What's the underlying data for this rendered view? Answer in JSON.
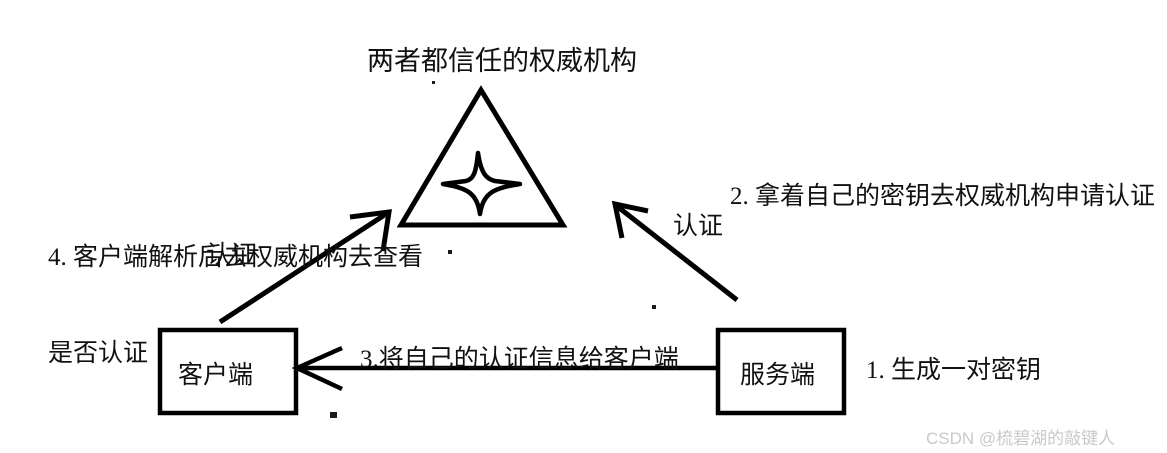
{
  "diagram": {
    "title": "两者都信任的权威机构",
    "authority": {
      "shape_name": "triangle-with-star",
      "star_points": 4
    },
    "nodes": [
      {
        "id": "client",
        "label": "客户端"
      },
      {
        "id": "server",
        "label": "服务端"
      }
    ],
    "edges": [
      {
        "id": "client-to-authority",
        "label": "认证",
        "from": "client",
        "to": "authority",
        "direction": "up-right"
      },
      {
        "id": "server-to-authority",
        "label": "认证",
        "from": "server",
        "to": "authority",
        "direction": "up-left"
      },
      {
        "id": "server-to-client",
        "label": "3.将自己的认证信息给客户端",
        "from": "server",
        "to": "client",
        "direction": "left"
      }
    ],
    "annotations": [
      {
        "id": "step1",
        "text": "1. 生成一对密钥"
      },
      {
        "id": "step2",
        "text": "2. 拿着自己的密钥去权威机构申请认证"
      },
      {
        "id": "step4",
        "line1": "4. 客户端解析后去权威机构去查看",
        "line2": "是否认证"
      }
    ],
    "watermark": "CSDN @梳碧湖的敲键人",
    "colors": {
      "stroke": "#000000",
      "text": "#111111",
      "background": "#ffffff",
      "watermark": "#c9c9c9"
    }
  }
}
